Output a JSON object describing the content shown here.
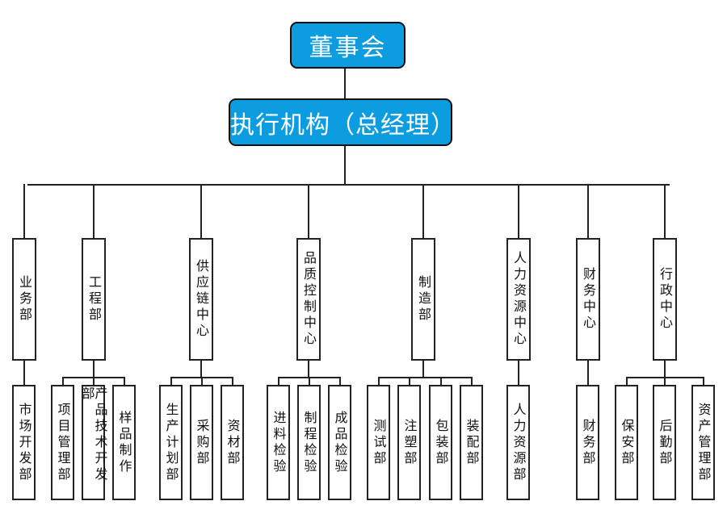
{
  "title": "组织架构图",
  "board": {
    "label": "董事会"
  },
  "executive": {
    "label": "执行机构（总经理）"
  },
  "departments": [
    {
      "label": "业务部",
      "children": [
        "市场开发部"
      ]
    },
    {
      "label": "工程部",
      "children": [
        "项目管理部",
        "产品技术开发部",
        "样品制作"
      ]
    },
    {
      "label": "供应链中心",
      "children": [
        "生产计划部",
        "采购部",
        "资材部"
      ]
    },
    {
      "label": "品质控制中心",
      "children": [
        "进料检验",
        "制程检验",
        "成品检验"
      ]
    },
    {
      "label": "制造部",
      "children": [
        "测试部",
        "注塑部",
        "包装部",
        "装配部"
      ]
    },
    {
      "label": "人力资源中心",
      "children": [
        "人力资源部"
      ]
    },
    {
      "label": "财务中心",
      "children": [
        "财务部"
      ]
    },
    {
      "label": "行政中心",
      "children": [
        "保安部",
        "后勤部",
        "资产管理部"
      ]
    }
  ],
  "colors": {
    "top_box_fill": "#0b9ddf",
    "top_box_text": "#ffffff",
    "line": "#222222"
  }
}
